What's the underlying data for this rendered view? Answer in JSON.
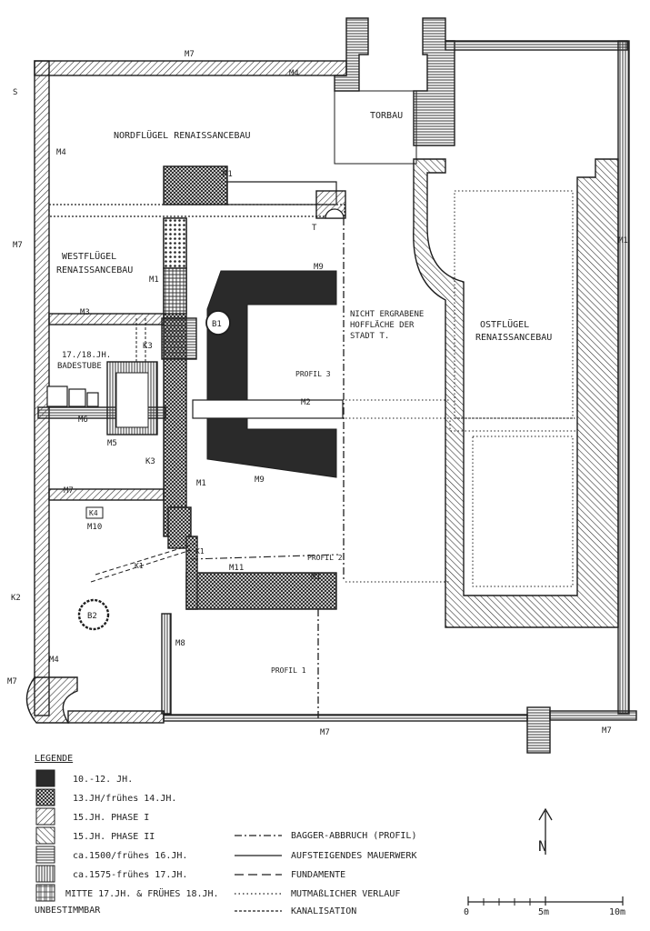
{
  "plan": {
    "rooms": {
      "nordfluegel": "NORDFLÜGEL RENAISSANCEBAU",
      "torbau": "TORBAU",
      "westfluegel_1": "WESTFLÜGEL",
      "westfluegel_2": "RENAISSANCEBAU",
      "badestube_1": "17./18.JH.",
      "badestube_2": "BADESTUBE",
      "hof_1": "NICHT ERGRABENE",
      "hof_2": "HOFFLÄCHE DER",
      "hof_3": "STADT T.",
      "ostfluegel_1": "OSTFLÜGEL",
      "ostfluegel_2": "RENAISSANCEBAU"
    },
    "wall_labels": {
      "m7_top": "M7",
      "m4_top": "M4",
      "s": "S",
      "m4_left": "M4",
      "m1_north": "M1",
      "t": "T",
      "m7_left": "M7",
      "m1_west": "M1",
      "m9_top": "M9",
      "b1": "B1",
      "m3": "M3",
      "k3_top": "K3",
      "m6": "M6",
      "m5": "M5",
      "k3_low": "K3",
      "m2": "M2",
      "profil3": "PROFIL 3",
      "m1_mid": "M1",
      "m9_bottom": "M9",
      "m7_mid": "M7",
      "k4": "K4",
      "m10": "M10",
      "k1_left": "K1",
      "k1_right": "K1",
      "profil2": "PROFIL 2",
      "m11": "M11",
      "m1_low": "M1",
      "k2": "K2",
      "b2": "B2",
      "m4_low": "M4",
      "m8": "M8",
      "profil1": "PROFIL 1",
      "m7_low": "M7",
      "m7_bottom": "M7",
      "m7_right": "M7",
      "m1_east": "M1"
    }
  },
  "legend": {
    "title": "LEGENDE",
    "periods": [
      "10.-12. JH.",
      "13.JH/frühes 14.JH.",
      "15.JH. PHASE I",
      "15.JH. PHASE II",
      "ca.1500/frühes 16.JH.",
      "ca.1575-frühes 17.JH.",
      "MITTE 17.JH. & FRÜHES 18.JH.",
      "UNBESTIMMBAR"
    ],
    "lines": [
      "BAGGER-ABBRUCH (PROFIL)",
      "AUFSTEIGENDES MAUERWERK",
      "FUNDAMENTE",
      "MUTMAßLICHER VERLAUF",
      "KANALISATION"
    ]
  },
  "north_arrow": "N",
  "scale_bar": {
    "ticks": [
      "0",
      "5m",
      "10m"
    ]
  }
}
